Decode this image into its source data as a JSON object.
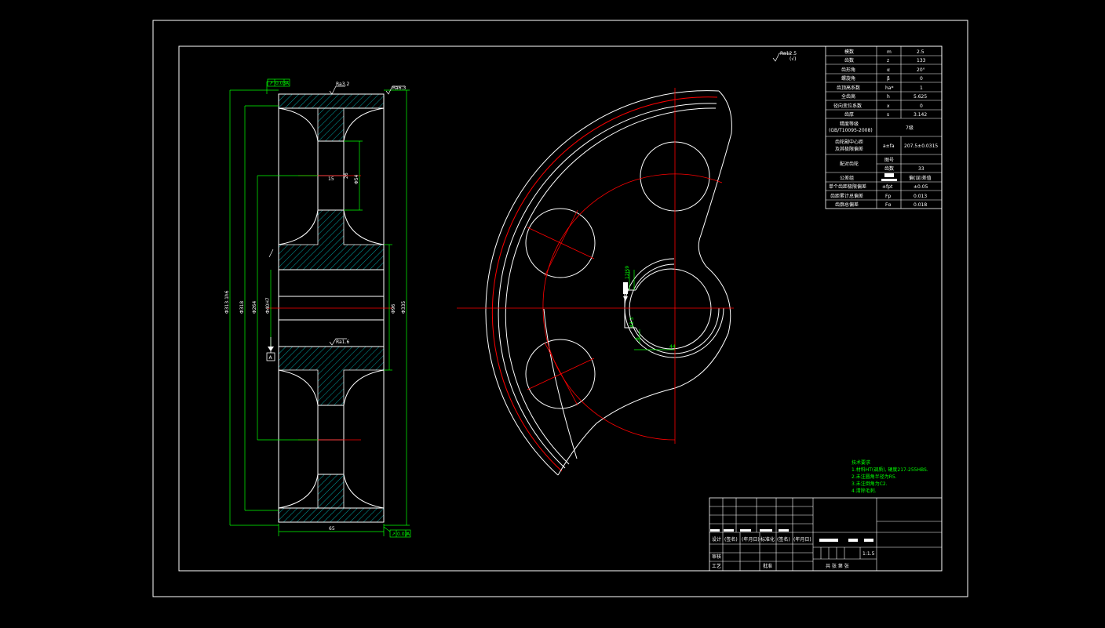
{
  "colors": {
    "background": "#000000",
    "outline": "#ffffff",
    "centerline": "#ff0000",
    "dimension": "#00ff00",
    "hatch": "#00cccc"
  },
  "surface_marks": {
    "top_left": "Ra3.2",
    "top_right": "Ra6.3",
    "hub": "Ra1.6",
    "global_value": "Ra12.5",
    "global_paren": "(√)"
  },
  "tolerance_frames": {
    "top_symbol": "↗",
    "top_value": "0.03",
    "top_datum": "A",
    "bottom_symbol": "↗",
    "bottom_value": "0.02",
    "bottom_datum": "A",
    "datum_label": "A"
  },
  "dims": {
    "d_outer": "Φ313.1h6",
    "d_root": "Φ318",
    "d_rim": "Φ264",
    "d_bore": "Φ40H7",
    "d_hub": "Φ96",
    "d_right": "Φ335",
    "d_web": "Φ54",
    "width": "65",
    "web_t": "26",
    "web_w": "15",
    "keyway_w": "12JS9",
    "keyway_d": "43.3",
    "keyway_h": "8",
    "bore_h": "44"
  },
  "param_table": {
    "rows": [
      {
        "name": "模数",
        "sym": "m",
        "val": "2.5"
      },
      {
        "name": "齿数",
        "sym": "z",
        "val": "133"
      },
      {
        "name": "齿形角",
        "sym": "α",
        "val": "20°"
      },
      {
        "name": "螺旋角",
        "sym": "β",
        "val": "0"
      },
      {
        "name": "齿顶高系数",
        "sym": "ha*",
        "val": "1"
      },
      {
        "name": "全齿高",
        "sym": "h",
        "val": "5.625"
      },
      {
        "name": "径向变位系数",
        "sym": "x",
        "val": "0"
      },
      {
        "name": "齿厚",
        "sym": "s",
        "val": "3.142"
      }
    ],
    "precision_name": "精度等级",
    "precision_std": "(GB/T10095-2008)",
    "precision_val": "7级",
    "center_name1": "齿轮副中心距",
    "center_name2": "及其极限偏差",
    "center_sym": "a±fa",
    "center_val": "207.5±0.0315",
    "mate_name": "配对齿轮",
    "mate_code_label": "图号",
    "mate_teeth_label": "齿数",
    "mate_teeth_val": "33",
    "inspect_label": "公差组",
    "inspect_head": "偏(误)差值",
    "tail_rows": [
      {
        "name": "单个齿距极限偏差",
        "sym": "±fpt",
        "val": "±0.05"
      },
      {
        "name": "齿距累计总偏差",
        "sym": "Fp",
        "val": "0.013"
      },
      {
        "name": "齿廓总偏差",
        "sym": "Fα",
        "val": "0.018"
      }
    ]
  },
  "tech_req": {
    "title": "技术要求",
    "lines": [
      "1.材料HT(调质), 硬度217-255HBS.",
      "2.未注圆角半径为R5.",
      "3.未注倒角为C2.",
      "4.清除毛刺."
    ]
  },
  "title_block": {
    "design": "设计",
    "sign": "(签名)",
    "date": "(年月日)",
    "standard": "标准化",
    "review": "审核",
    "process": "工艺",
    "approve": "批准",
    "scale": "1:1.5",
    "sheet": "共 张 第 张"
  }
}
